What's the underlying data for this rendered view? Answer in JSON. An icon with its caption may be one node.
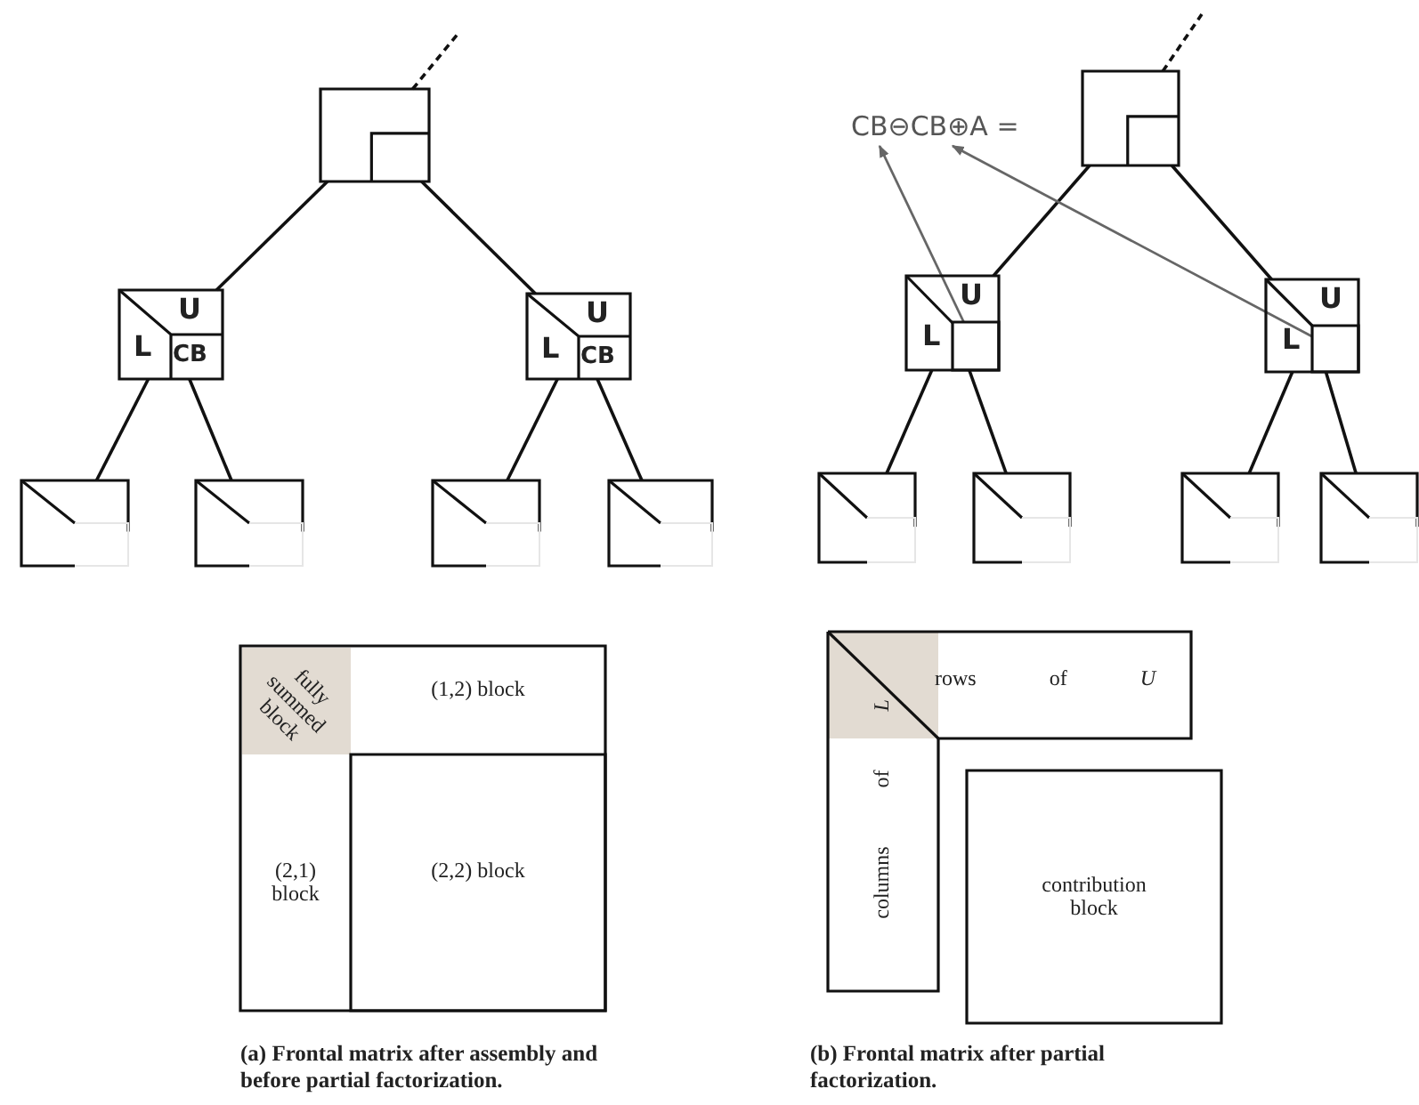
{
  "diagram": {
    "nodes": [
      {
        "text": [],
        "shape": "box"
      },
      {
        "text": [
          "U",
          "L",
          "CB"
        ]
      },
      {
        "text": [
          "U",
          "L",
          "CB"
        ]
      },
      {
        "text": [],
        "shape": "box"
      },
      {
        "text": [],
        "shape": "box"
      },
      {
        "text": [],
        "shape": "box"
      },
      {
        "text": [],
        "shape": "box"
      },
      {
        "text": [
          "CB⊖CB⊕A ="
        ]
      },
      {
        "text": [],
        "shape": "box"
      },
      {
        "text": [
          "U",
          "L"
        ]
      },
      {
        "text": [],
        "shape": "box",
        "in": 9
      },
      {
        "text": [
          "U",
          "L"
        ]
      },
      {
        "text": [],
        "shape": "box",
        "in": 11
      },
      {
        "text": [],
        "shape": "box"
      },
      {
        "text": [],
        "shape": "box"
      },
      {
        "text": [],
        "shape": "box"
      },
      {
        "text": [],
        "shape": "box"
      },
      {
        "text": [],
        "shape": "box"
      },
      {
        "text": [
          "fully summed block"
        ],
        "in": 17
      },
      {
        "text": [
          "(1,2) block"
        ],
        "in": 17
      },
      {
        "text": [
          "(2,1) block"
        ],
        "in": 17
      },
      {
        "text": [
          "(2,2) block"
        ],
        "in": 17
      },
      {
        "text": [
          "rows of *U*"
        ]
      },
      {
        "text": [
          "columns of *L*"
        ]
      },
      {
        "text": [
          "contribution block"
        ]
      }
    ],
    "edges": [
      {
        "from": 0,
        "to": null,
        "arrow": "none",
        "style": "dashed"
      },
      {
        "from": 0,
        "to": 1,
        "arrow": "none"
      },
      {
        "from": 0,
        "to": 2,
        "arrow": "none"
      },
      {
        "from": 1,
        "to": 3,
        "arrow": "none"
      },
      {
        "from": 1,
        "to": 4,
        "arrow": "none"
      },
      {
        "from": 2,
        "to": 5,
        "arrow": "none"
      },
      {
        "from": 2,
        "to": 6,
        "arrow": "none"
      },
      {
        "from": 8,
        "to": null,
        "arrow": "none",
        "style": "dashed"
      },
      {
        "from": 8,
        "to": 9,
        "arrow": "none"
      },
      {
        "from": 8,
        "to": 11,
        "arrow": "none"
      },
      {
        "from": 9,
        "to": 13,
        "arrow": "none"
      },
      {
        "from": 9,
        "to": 14,
        "arrow": "none"
      },
      {
        "from": 11,
        "to": 15,
        "arrow": "none"
      },
      {
        "from": 11,
        "to": 16,
        "arrow": "none"
      },
      {
        "from": 10,
        "to": 7,
        "arrow": "to",
        "color": "#666666"
      },
      {
        "from": 12,
        "to": 7,
        "arrow": "to",
        "color": "#666666"
      }
    ],
    "labels": [
      "(a) Frontal matrix after assembly and before partial factorization.",
      "(b) Frontal matrix after partial factorization."
    ]
  }
}
